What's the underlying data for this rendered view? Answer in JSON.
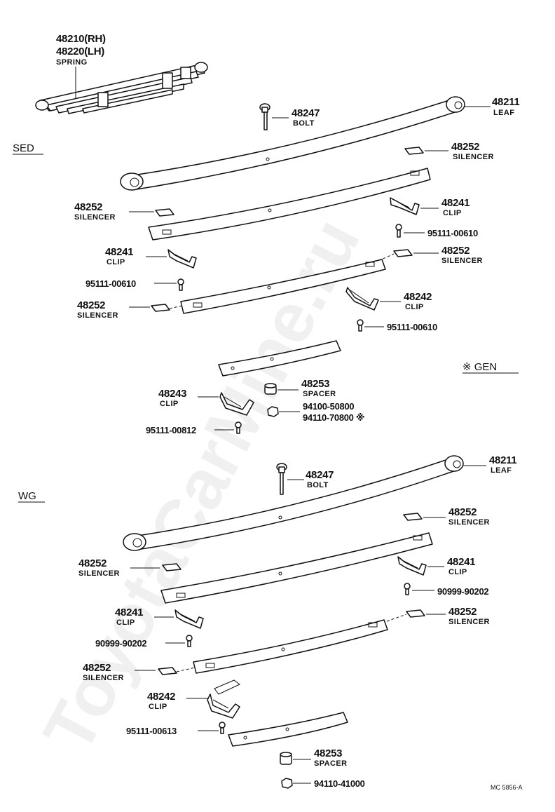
{
  "watermark": "ToyotaCarMine.ru",
  "sections": {
    "sed": "SED",
    "wg": "WG",
    "gen": "※ GEN"
  },
  "reference": "MC 5856-A",
  "header": {
    "pn1": "48210(RH)",
    "pn2": "48220(LH)",
    "name": "SPRING"
  },
  "sed_labels": {
    "leaf": {
      "pn": "48211",
      "name": "LEAF"
    },
    "bolt": {
      "pn": "48247",
      "name": "BOLT"
    },
    "sil1": {
      "pn": "48252",
      "name": "SILENCER"
    },
    "sil2": {
      "pn": "48252",
      "name": "SILENCER"
    },
    "clip1": {
      "pn": "48241",
      "name": "CLIP"
    },
    "scr1": {
      "pn": "95111-00610"
    },
    "clip2": {
      "pn": "48241",
      "name": "CLIP"
    },
    "sil3": {
      "pn": "48252",
      "name": "SILENCER"
    },
    "scr2": {
      "pn": "95111-00610"
    },
    "sil4": {
      "pn": "48252",
      "name": "SILENCER"
    },
    "clip3": {
      "pn": "48242",
      "name": "CLIP"
    },
    "scr3": {
      "pn": "95111-00610"
    },
    "clip4": {
      "pn": "48243",
      "name": "CLIP"
    },
    "spacer": {
      "pn": "48253",
      "name": "SPACER"
    },
    "nut1": {
      "pn": "94100-50800"
    },
    "nut2": {
      "pn": "94110-70800 ※"
    },
    "scr4": {
      "pn": "95111-00812"
    }
  },
  "wg_labels": {
    "leaf": {
      "pn": "48211",
      "name": "LEAF"
    },
    "bolt": {
      "pn": "48247",
      "name": "BOLT"
    },
    "sil1": {
      "pn": "48252",
      "name": "SILENCER"
    },
    "sil2": {
      "pn": "48252",
      "name": "SILENCER"
    },
    "clip1": {
      "pn": "48241",
      "name": "CLIP"
    },
    "scr1": {
      "pn": "90999-90202"
    },
    "clip2": {
      "pn": "48241",
      "name": "CLIP"
    },
    "sil3": {
      "pn": "48252",
      "name": "SILENCER"
    },
    "scr2": {
      "pn": "90999-90202"
    },
    "sil4": {
      "pn": "48252",
      "name": "SILENCER"
    },
    "clip3": {
      "pn": "48242",
      "name": "CLIP"
    },
    "scr3": {
      "pn": "95111-00613"
    },
    "spacer": {
      "pn": "48253",
      "name": "SPACER"
    },
    "nut": {
      "pn": "94110-41000"
    }
  }
}
